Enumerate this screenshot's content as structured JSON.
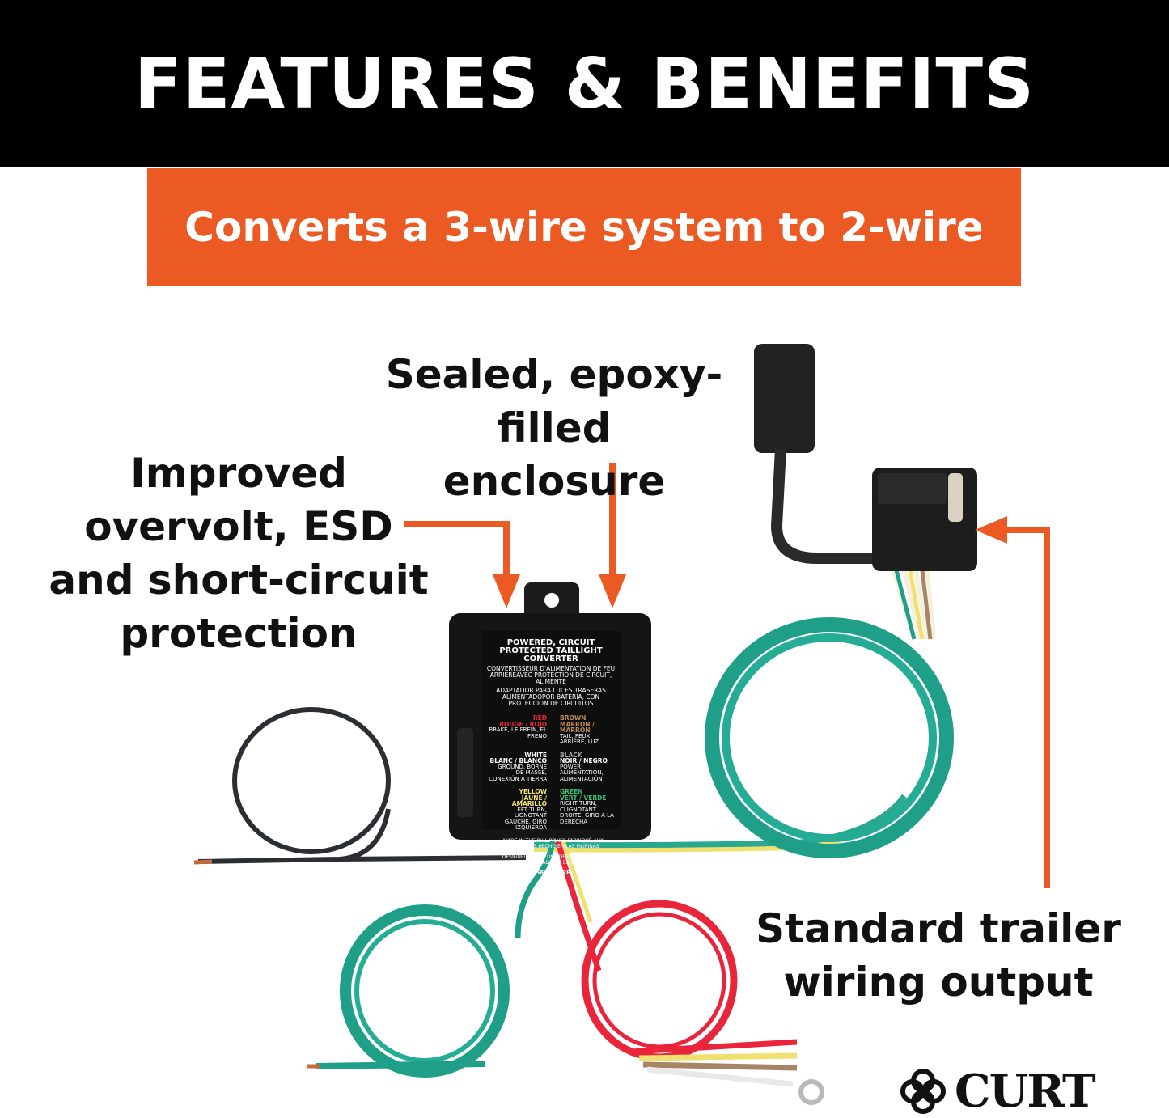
{
  "header": {
    "title": "FEATURES & BENEFITS"
  },
  "banner": {
    "subtitle": "Converts a 3-wire system to 2-wire"
  },
  "callouts": {
    "sealed": "Sealed, epoxy-\nfilled enclosure",
    "improved": "Improved\novervolt, ESD\nand short-circuit\nprotection",
    "standard": "Standard trailer\nwiring output"
  },
  "converter_label": {
    "title": "POWERED, CIRCUIT PROTECTED TAILLIGHT CONVERTER",
    "fr": "CONVERTISSEUR D'ALIMENTATION DE FEU ARRIEREAVEC PROTECTION DE CIRCUIT, ALIMENTE",
    "es": "ADAPTADOR PARA LUCES TRASERAS ALIMENTADOPOR BATERIA, CON PROTECCION DE CIRCUITOS",
    "legend": [
      {
        "left_color": "RED",
        "left_name": "ROUGE / ROJO",
        "left_desc": "BRAKE, LE FREIN, EL FRENO",
        "right_color": "BROWN",
        "right_name": "MARRON / MARRÓN",
        "right_desc": "TAIL, FEUX ARRIÈRE, LUZ"
      },
      {
        "left_color": "WHITE",
        "left_name": "BLANC / BLANCO",
        "left_desc": "GROUND, BORNE DE MASSE, CONEXIÓN A TIERRA",
        "right_color": "BLACK",
        "right_name": "NOIR / NEGRO",
        "right_desc": "POWER, ALIMENTATION, ALIMENTACIÓN"
      },
      {
        "left_color": "YELLOW",
        "left_name": "JAUNE / AMARILLO",
        "left_desc": "LEFT TURN, LIGNOTANT GAUCHE, GIRO IZQUIERDA",
        "right_color": "GREEN",
        "right_name": "VERT / VERDE",
        "right_desc": "RIGHT TURN, CLIGNOTANT DROITE, GIRO A LA DERECHA"
      }
    ],
    "made_in": "MADE IN THE PHILIPPINES  FABRIQUÉ AUX PHILIPPINES  HECHO EN LAS FILIPINAS",
    "designed": "DESIGNED IN THE USA  DESSINÉ AUX É.-U.  DISEÑADO EN EE.UU.",
    "part_no": "56642P-RB"
  },
  "brand": {
    "name": "CURT"
  },
  "colors": {
    "accent": "#ec5a24",
    "header_bg": "#000000",
    "wire_green": "#1a9a86",
    "wire_red": "#e8253a"
  }
}
